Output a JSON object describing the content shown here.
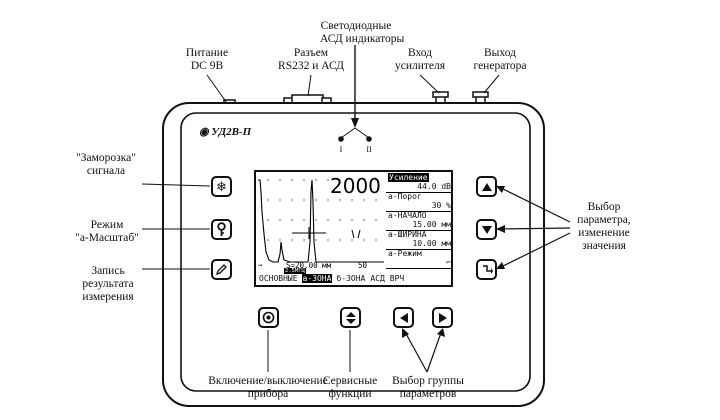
{
  "labels": {
    "led_indicators": [
      "Светодиодные",
      "АСД индикаторы"
    ],
    "power": [
      "Питание",
      "DC 9В"
    ],
    "connector": [
      "Разъем",
      "RS232 и АСД"
    ],
    "amp_input": [
      "Вход",
      "усилителя"
    ],
    "gen_output": [
      "Выход",
      "генератора"
    ],
    "freeze": [
      "\"Заморозка\"",
      "сигнала"
    ],
    "scale_mode": [
      "Режим",
      "\"а-Масштаб\""
    ],
    "record": [
      "Запись",
      "результата",
      "измерения"
    ],
    "param_select": [
      "Выбор",
      "параметра,",
      "изменение",
      "значения"
    ],
    "power_switch": [
      "Включение/выключение",
      "прибора"
    ],
    "service": [
      "Сервисные",
      "функции"
    ],
    "group_select": [
      "Выбор группы",
      "параметров"
    ]
  },
  "device": {
    "title": "УД2В-П",
    "led_marks": [
      "I",
      "II"
    ]
  },
  "screen": {
    "big_value": "2000",
    "params": [
      {
        "name": "Усиление",
        "value": "44.0 dB",
        "selected": true
      },
      {
        "name": "а-Порог",
        "value": "30 %",
        "selected": false
      },
      {
        "name": "а-НАЧАЛО",
        "value": "15.00 мм",
        "selected": false
      },
      {
        "name": "а-ШИРИНА",
        "value": "10.00 мм",
        "selected": false
      },
      {
        "name": "а-Режим",
        "value": "⌐",
        "selected": false
      }
    ],
    "scale_left": "→",
    "scale_mid": "S=20.00 мм",
    "scale_right": "50",
    "status_row": "2.5МГЦ",
    "menu": [
      "ОСНОВНЫЕ",
      "а-ЗОНА",
      "б-ЗОНА",
      "АСД",
      "ВРЧ"
    ],
    "menu_selected": 1
  }
}
